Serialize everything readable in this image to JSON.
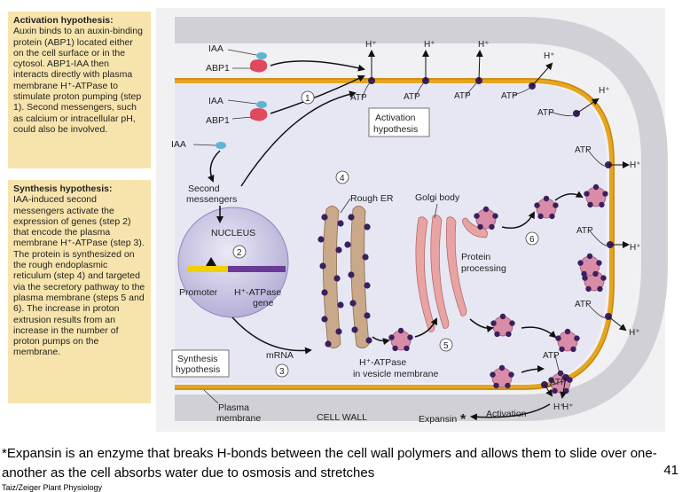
{
  "activation_panel": {
    "heading": "Activation hypothesis:",
    "body": "Auxin binds to an auxin-binding protein (ABP1) located either on the cell surface or in the cytosol. ABP1-IAA then interacts directly with plasma membrane H⁺-ATPase to stimulate proton pumping (step 1). Second messengers, such as calcium or intracellular pH, could also be involved."
  },
  "synthesis_panel": {
    "heading": "Synthesis hypothesis:",
    "body": "IAA-induced second messengers activate the expression of genes (step 2) that encode the plasma membrane H⁺-ATPase (step 3). The protein is synthesized on the rough endoplasmic reticulum (step 4) and targeted via the secretory pathway to the plasma membrane (steps 5 and 6). The increase in proton extrusion results from an increase in the number of proton pumps on the membrane."
  },
  "labels": {
    "iaa": "IAA",
    "abp1": "ABP1",
    "h_plus": "H⁺",
    "atp": "ATP",
    "activation_hypothesis_line1": "Activation",
    "activation_hypothesis_line2": "hypothesis",
    "second_messengers_line1": "Second",
    "second_messengers_line2": "messengers",
    "nucleus": "NUCLEUS",
    "promoter": "Promoter",
    "atpase_gene_line1": "H⁺-ATPase",
    "atpase_gene_line2": "gene",
    "mrna": "mRNA",
    "synthesis_hypothesis_line1": "Synthesis",
    "synthesis_hypothesis_line2": "hypothesis",
    "rough_er": "Rough ER",
    "golgi_body": "Golgi body",
    "protein_processing_line1": "Protein",
    "protein_processing_line2": "processing",
    "vesicle_line1": "H⁺-ATPase",
    "vesicle_line2": "in vesicle membrane",
    "plasma_membrane_line1": "Plasma",
    "plasma_membrane_line2": "membrane",
    "cell_wall": "CELL WALL",
    "expansin": "Expansin",
    "expansin_star": "*",
    "activation": "Activation"
  },
  "steps": [
    "1",
    "2",
    "3",
    "4",
    "5",
    "6"
  ],
  "footnote": "*Expansin is an enzyme that breaks H-bonds between the cell wall polymers and allows them to slide over one-another as the cell absorbs water due to osmosis and stretches",
  "page_number": "41",
  "credit": "Taiz/Zeiger Plant Physiology",
  "colors": {
    "panel_bg": "#f7e4ac",
    "cytoplasm": "#e6e7f2",
    "membrane": "#e5a520",
    "pump": "#3b1f5e",
    "abp1": "#e04a5e",
    "iaa": "#5fb4d0",
    "er": "#c9a98a",
    "golgi": "#e8a3a3",
    "protein": "#d98ca8",
    "nucleus": "#c8c4e2"
  }
}
